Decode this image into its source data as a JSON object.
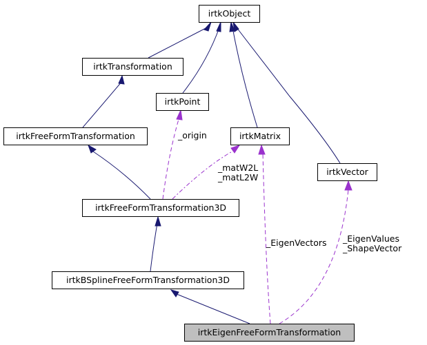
{
  "colors": {
    "inheritance": "#191970",
    "usage": "#9a32cd",
    "current_fill": "#bfbfbf"
  },
  "nodes": {
    "object": "irtkObject",
    "transformation": "irtkTransformation",
    "point": "irtkPoint",
    "ffd": "irtkFreeFormTransformation",
    "matrix": "irtkMatrix",
    "vector": "irtkVector",
    "ffd3d": "irtkFreeFormTransformation3D",
    "bspline": "irtkBSplineFreeFormTransformation3D",
    "eigen": "irtkEigenFreeFormTransformation"
  },
  "edge_labels": {
    "origin": "_origin",
    "mat": "_matW2L\n_matL2W",
    "eigenvectors": "_EigenVectors",
    "eigenvalues": "_EigenValues\n_ShapeVector"
  }
}
